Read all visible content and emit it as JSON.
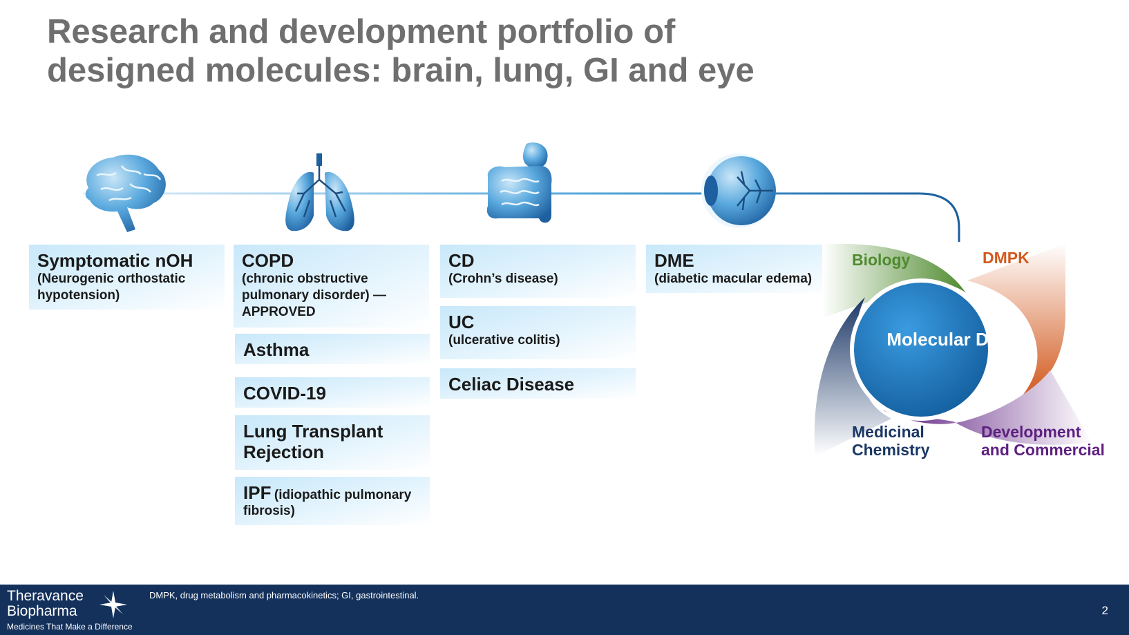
{
  "title": {
    "line1": "Research and development portfolio of",
    "line2": "designed molecules: brain, lung, GI and eye"
  },
  "organs": [
    {
      "icon": "brain-icon"
    },
    {
      "icon": "lungs-icon"
    },
    {
      "icon": "gi-tract-icon"
    },
    {
      "icon": "eye-icon"
    }
  ],
  "brain": {
    "items": [
      {
        "head": "Symptomatic nOH",
        "sub": "(Neurogenic orthostatic hypotension)"
      }
    ]
  },
  "lung": {
    "items": [
      {
        "head": "COPD",
        "sub": "(chronic obstructive pulmonary disorder) — APPROVED"
      },
      {
        "head": "Asthma"
      },
      {
        "head": "COVID-19"
      },
      {
        "head": "Lung Transplant Rejection"
      },
      {
        "head": "IPF",
        "sub": "(idiopathic pulmonary fibrosis)"
      }
    ]
  },
  "gi": {
    "items": [
      {
        "head": "CD",
        "sub": "(Crohn’s disease)"
      },
      {
        "head": "UC",
        "sub": "(ulcerative colitis)"
      },
      {
        "head": "Celiac Disease"
      }
    ]
  },
  "eye": {
    "items": [
      {
        "head": "DME",
        "sub": "(diabetic macular edema)"
      }
    ]
  },
  "cycle": {
    "center": "Molecular Design",
    "segments": [
      {
        "label": "Biology",
        "color": "#4e8a2e"
      },
      {
        "label": "DMPK",
        "color": "#d25a1f"
      },
      {
        "label": "Development and Commercial",
        "color": "#5e2080"
      },
      {
        "label": "Medicinal Chemistry",
        "color": "#1b3766"
      }
    ],
    "center_color": "#1a78c2"
  },
  "footer": {
    "logo_line1": "Theravance",
    "logo_line2": "Biopharma",
    "tagline": "Medicines That Make a Difference",
    "footnote": "DMPK, drug metabolism and pharmacokinetics; GI, gastrointestinal.",
    "page_number": "2",
    "background": "#14315c"
  },
  "colors": {
    "title": "#6f6f6f",
    "organ_blue": "#1f6fb8",
    "box_blue": "#c8e8fa"
  }
}
